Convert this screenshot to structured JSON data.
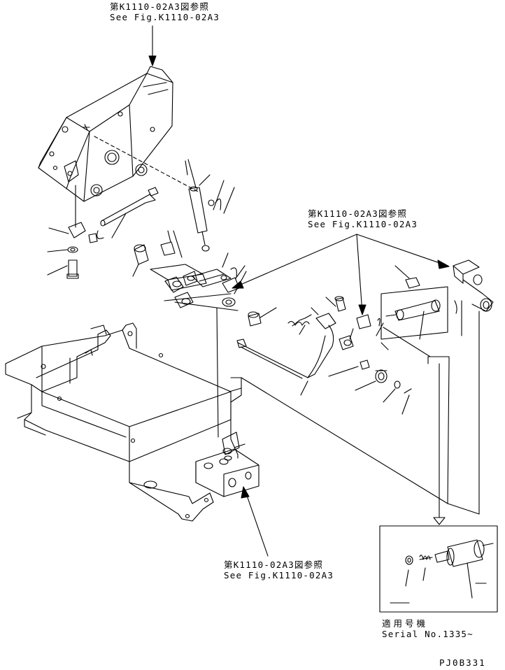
{
  "refs": {
    "top": {
      "jp": "第K1110-02A3図参照",
      "en": "See Fig.K1110-02A3"
    },
    "middle": {
      "jp": "第K1110-02A3図参照",
      "en": "See Fig.K1110-02A3"
    },
    "bottom": {
      "jp": "第K1110-02A3図参照",
      "en": "See Fig.K1110-02A3"
    }
  },
  "serial": {
    "jp": "適用号機",
    "en": "Serial No.1335~"
  },
  "code": "PJ0B331",
  "colors": {
    "line": "#000000",
    "background": "#ffffff"
  }
}
